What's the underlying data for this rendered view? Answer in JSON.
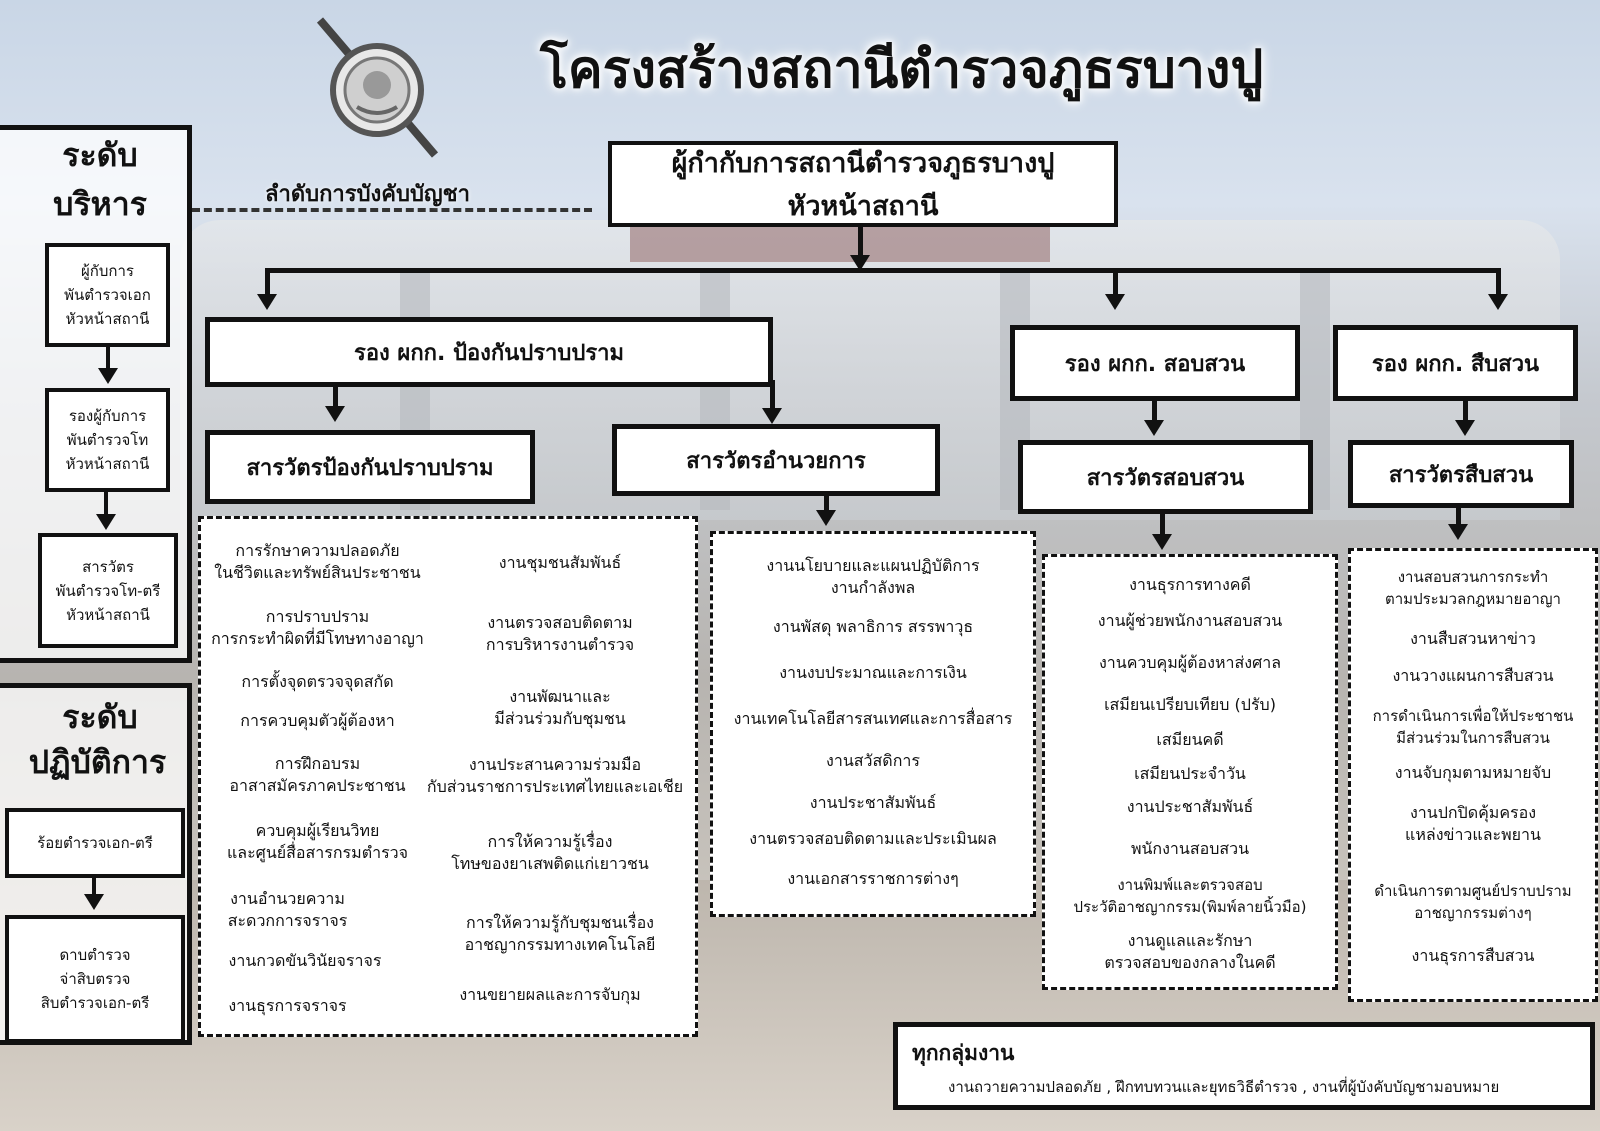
{
  "title": "โครงสร้างสถานีตำรวจภูธรบางปู",
  "chain_of_command_label": "ลำดับการบังคับบัญชา",
  "side": {
    "exec_heading_1": "ระดับ",
    "exec_heading_2": "บริหาร",
    "exec_items": [
      [
        "ผู้กับการ",
        "พันตำรวจเอก",
        "หัวหน้าสถานี"
      ],
      [
        "รองผู้กับการ",
        "พันตำรวจโท",
        "หัวหน้าสถานี"
      ],
      [
        "สารวัตร",
        "พันตำรวจโท-ตรี",
        "หัวหน้าสถานี"
      ]
    ],
    "ops_heading_1": "ระดับ",
    "ops_heading_2": "ปฏิบัติการ",
    "ops_items": [
      [
        "ร้อยตำรวจเอก-ตรี"
      ],
      [
        "ดาบตำรวจ",
        "จ่าสิบตรวจ",
        "สิบตำรวจเอก-ตรี"
      ]
    ]
  },
  "head": {
    "line1": "ผู้กำกับการสถานีตำรวจภูธรบางปู",
    "line2": "หัวหน้าสถานี"
  },
  "deputies": {
    "prevention": "รอง ผกก. ป้องกันปราบปราม",
    "investigation": "รอง ผกก. สอบสวน",
    "inquiry": "รอง ผกก. สืบสวน"
  },
  "inspectors": {
    "prevention": "สารวัตรป้องกันปราบปราม",
    "admin": "สารวัตรอำนวยการ",
    "investigation": "สารวัตรสอบสวน",
    "inquiry": "สารวัตรสืบสวน"
  },
  "prevention_tasks_left": [
    [
      "การรักษาความปลอดภัย",
      "ในชีวิตและทรัพย์สินประชาชน"
    ],
    [
      "การปราบปราม",
      "การกระทำผิดที่มีโทษทางอาญา"
    ],
    [
      "การตั้งจุดตรวจจุดสกัด"
    ],
    [
      "การควบคุมตัวผู้ต้องหา"
    ],
    [
      "การฝึกอบรม",
      "อาสาสมัครภาคประชาชน"
    ],
    [
      "ควบคุมผู้เรียนวิทย",
      "และศูนย์สื่อสารกรมตำรวจ"
    ],
    [
      "งานอำนวยความ",
      "สะดวกการจราจร"
    ],
    [
      "งานกวดขันวินัยจราจร"
    ],
    [
      "งานธุรการจราจร"
    ]
  ],
  "prevention_tasks_right": [
    [
      "งานชุมชนสัมพันธ์"
    ],
    [
      "งานตรวจสอบติดตาม",
      "การบริหารงานตำรวจ"
    ],
    [
      "งานพัฒนาและ",
      "มีส่วนร่วมกับชุมชน"
    ],
    [
      "งานประสานความร่วมมือ",
      "กับส่วนราชการประเทศไทยและเอเชีย"
    ],
    [
      "การให้ความรู้เรื่อง",
      "โทษของยาเสพติดแก่เยาวชน"
    ],
    [
      "การให้ความรู้กับชุมชนเรื่อง",
      "อาชญากรรมทางเทคโนโลยี"
    ],
    [
      "งานขยายผลและการจับกุม"
    ]
  ],
  "admin_tasks": [
    [
      "งานนโยบายและแผนปฏิบัติการ",
      "งานกำลังพล"
    ],
    [
      "งานพัสดุ พลาธิการ สรรพาวุธ"
    ],
    [
      "งานงบประมาณและการเงิน"
    ],
    [
      "งานเทคโนโลยีสารสนเทศและการสื่อสาร"
    ],
    [
      "งานสวัสดิการ"
    ],
    [
      "งานประชาสัมพันธ์"
    ],
    [
      "งานตรวจสอบติดตามและประเมินผล"
    ],
    [
      "งานเอกสารราชการต่างๆ"
    ]
  ],
  "investigation_tasks": [
    [
      "งานธุรการทางคดี"
    ],
    [
      "งานผู้ช่วยพนักงานสอบสวน"
    ],
    [
      "งานควบคุมผู้ต้องหาส่งศาล"
    ],
    [
      "เสมียนเปรียบเทียบ (ปรับ)"
    ],
    [
      "เสมียนคดี"
    ],
    [
      "เสมียนประจำวัน"
    ],
    [
      "งานประชาสัมพันธ์"
    ],
    [
      "พนักงานสอบสวน"
    ],
    [
      "งานพิมพ์และตรวจสอบ",
      "ประวัติอาชญากรรม(พิมพ์ลายนิ้วมือ)"
    ],
    [
      "งานดูแลและรักษา",
      "ตรวจสอบของกลางในคดี"
    ]
  ],
  "inquiry_tasks": [
    [
      "งานสอบสวนการกระทำ",
      "ตามประมวลกฎหมายอาญา"
    ],
    [
      "งานสืบสวนหาข่าว"
    ],
    [
      "งานวางแผนการสืบสวน"
    ],
    [
      "การดำเนินการเพื่อให้ประชาชน",
      "มีส่วนร่วมในการสืบสวน"
    ],
    [
      "งานจับกุมตามหมายจับ"
    ],
    [
      "งานปกปิดคุ้มครอง",
      "แหล่งข่าวและพยาน"
    ],
    [
      "ดำเนินการตามศูนย์ปราบปราม",
      "อาชญากรรมต่างๆ"
    ],
    [
      "งานธุรการสืบสวน"
    ]
  ],
  "all_groups": {
    "heading": "ทุกกลุ่มงาน",
    "text": "งานถวายความปลอดภัย , ฝึกทบทวนและยุทธวิธีตำรวจ , งานที่ผู้บังคับบัญชามอบหมาย"
  },
  "icons": {
    "emblem": "police-emblem-icon"
  }
}
